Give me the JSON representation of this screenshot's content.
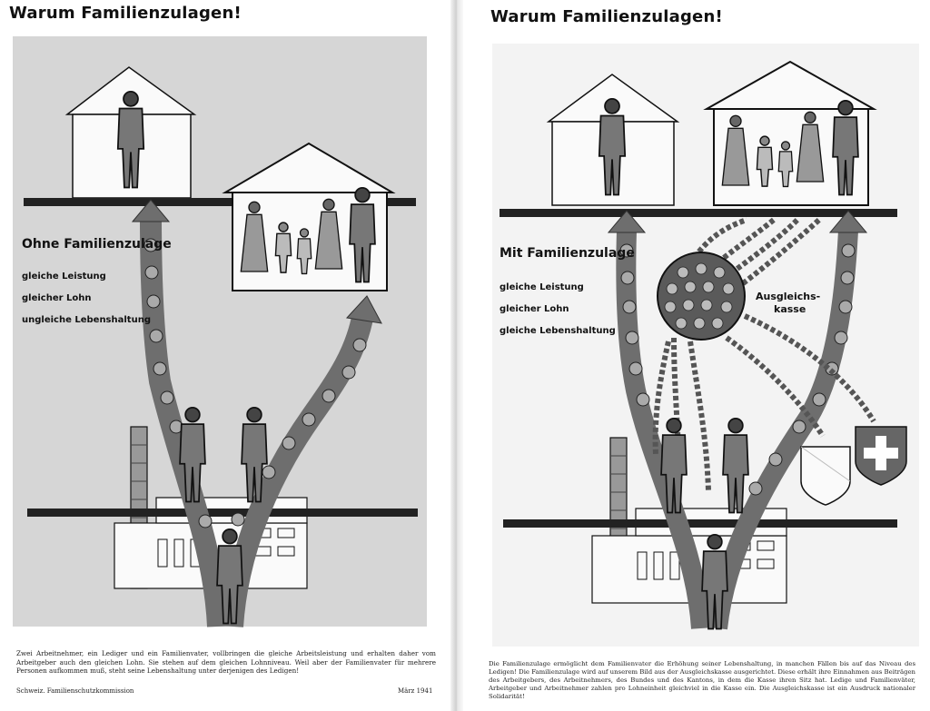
{
  "left": {
    "title": "Warum Familienzulagen!",
    "heading": "Ohne Familienzulage",
    "lines": [
      "gleiche Leistung",
      "gleicher Lohn",
      "ungleiche Lebenshaltung"
    ],
    "caption": "Zwei Arbeitnehmer, ein Lediger und ein Familienvater, vollbringen die gleiche Arbeitsleistung und erhalten daher vom Arbeitgeber auch den gleichen Lohn. Sie stehen auf dem gleichen Lohnniveau. Weil aber der Familienvater für mehrere Personen aufkommen muß, steht seine Lebenshaltung unter derjenigen des Ledigen!",
    "footer_left": "Schweiz. Familienschutzkommission",
    "footer_right": "März 1941"
  },
  "right": {
    "title": "Warum Familienzulagen!",
    "heading": "Mit Familienzulage",
    "lines": [
      "gleiche Leistung",
      "gleicher Lohn",
      "gleiche Lebenshaltung"
    ],
    "fund_label": [
      "Ausgleichs-",
      "kasse"
    ],
    "caption": "Die Familienzulage ermöglicht dem Familienvater die Erhöhung seiner Lebenshaltung, in manchen Fällen bis auf das Niveau des Ledigen! Die Familienzulage wird auf unserem Bild aus der Ausgleichskasse ausgerichtet. Diese erhält ihre Einnahmen aus Beiträgen des Arbeitgebers, des Arbeitnehmers, des Bundes und des Kantons, in dem die Kasse ihren Sitz hat. Ledige und Familienväter, Arbeitgeber und Arbeitnehmer zahlen pro Lohneinheit gleichviel in die Kasse ein. Die Ausgleichskasse ist ein Ausdruck nationaler Solidarität!"
  },
  "colors": {
    "ink": "#1a1a1a",
    "paper": "#d6d6d6",
    "arrow": "#6e6e6e",
    "bar": "#222222"
  }
}
